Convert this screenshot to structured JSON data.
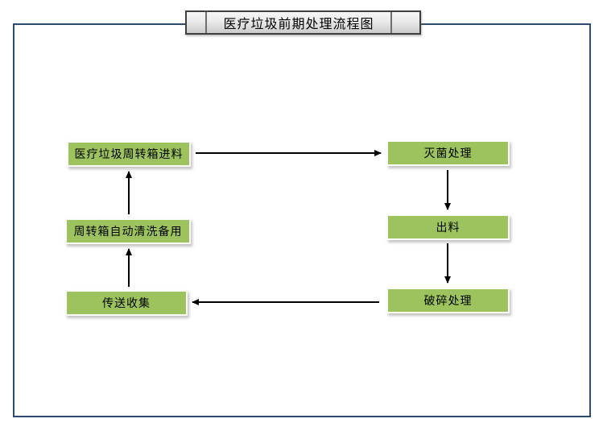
{
  "title": "医疗垃圾前期处理流程图",
  "flowchart": {
    "nodes": [
      {
        "id": "feed",
        "label": "医疗垃圾周转箱进料"
      },
      {
        "id": "sterilize",
        "label": "灭菌处理"
      },
      {
        "id": "discharge",
        "label": "出料"
      },
      {
        "id": "crush",
        "label": "破碎处理"
      },
      {
        "id": "collect",
        "label": "传送收集"
      },
      {
        "id": "clean",
        "label": "周转箱自动清洗备用"
      }
    ],
    "edges": [
      {
        "from": "医疗垃圾周转箱进料",
        "to": "灭菌处理",
        "direction": "right"
      },
      {
        "from": "灭菌处理",
        "to": "出料",
        "direction": "down"
      },
      {
        "from": "出料",
        "to": "破碎处理",
        "direction": "down"
      },
      {
        "from": "破碎处理",
        "to": "传送收集",
        "direction": "left"
      },
      {
        "from": "传送收集",
        "to": "周转箱自动清洗备用",
        "direction": "up"
      },
      {
        "from": "周转箱自动清洗备用",
        "to": "医疗垃圾周转箱进料",
        "direction": "up"
      }
    ]
  },
  "colors": {
    "node_fill": "#9cc35d",
    "outer_border": "#2d4b71",
    "arrow": "#000000",
    "title_bar_border": "#3f3f3f",
    "title_bar_bg_top": "#f7f7f7",
    "title_bar_bg_bottom": "#cccccc"
  }
}
